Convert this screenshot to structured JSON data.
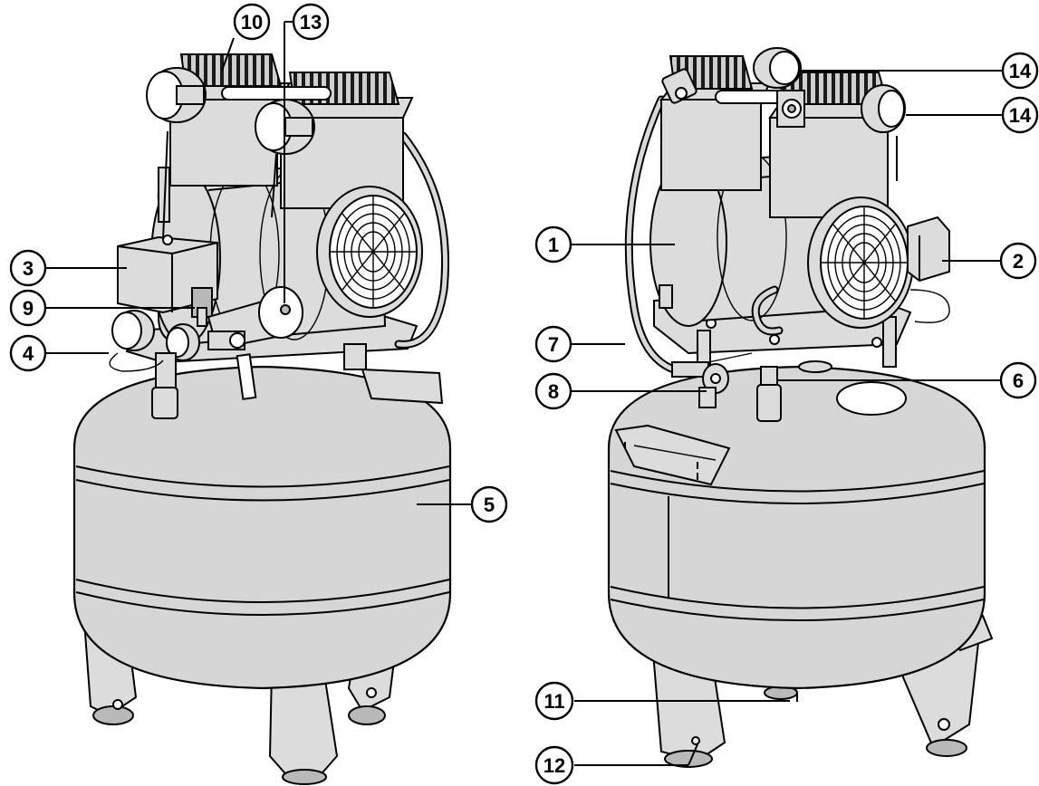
{
  "callouts": {
    "c10": "10",
    "c13": "13",
    "c3": "3",
    "c9": "9",
    "c4": "4",
    "c5": "5",
    "c14a": "14",
    "c14b": "14",
    "c1": "1",
    "c2": "2",
    "c7": "7",
    "c8": "8",
    "c6": "6",
    "c11": "11",
    "c12": "12"
  }
}
